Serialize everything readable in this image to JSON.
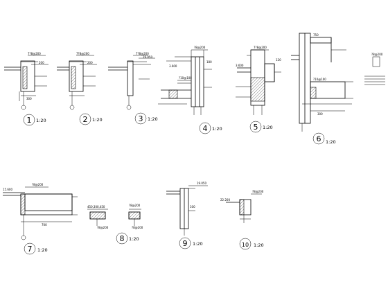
{
  "details": [
    {
      "number": "1",
      "scale": "1:20"
    },
    {
      "number": "2",
      "scale": "1:20"
    },
    {
      "number": "3",
      "scale": "1:20"
    },
    {
      "number": "4",
      "scale": "1:20"
    },
    {
      "number": "5",
      "scale": "1:20"
    },
    {
      "number": "6",
      "scale": "1:20"
    },
    {
      "number": "7",
      "scale": "1:20"
    },
    {
      "number": "8",
      "scale": "1:20"
    },
    {
      "number": "9",
      "scale": "1:20"
    },
    {
      "number": "10",
      "scale": "1:20"
    }
  ],
  "annotations": {
    "elev_a": "19.050",
    "elev_b": "15.600",
    "elev_c": "22.200",
    "elev_d": "3.600",
    "dim_300": "300",
    "dim_200": "200",
    "dim_100": "100",
    "dim_180": "180",
    "dim_120": "120",
    "dim_700": "700",
    "dim_750": "750",
    "dim_450": "450,300,450"
  }
}
